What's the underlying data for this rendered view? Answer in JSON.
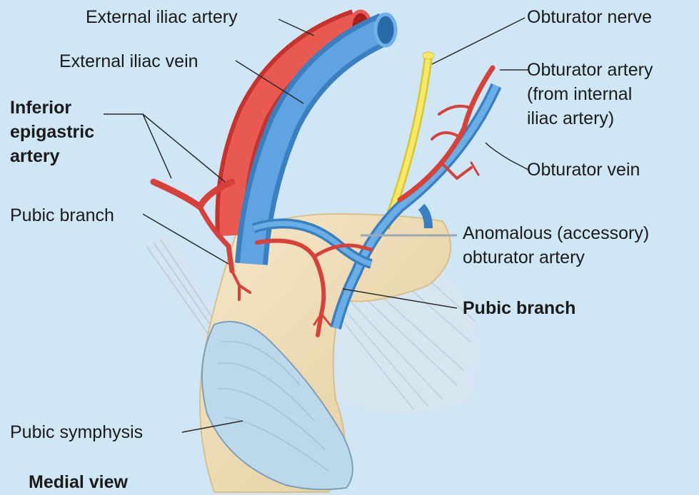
{
  "labels": {
    "external_iliac_artery": "External iliac artery",
    "external_iliac_vein": "External iliac vein",
    "inferior_epigastric_artery": [
      "Inferior",
      "epigastric",
      "artery"
    ],
    "pubic_branch_left": "Pubic branch",
    "pubic_symphysis": "Pubic symphysis",
    "medial_view": "Medial view",
    "obturator_nerve": "Obturator nerve",
    "obturator_artery": [
      "Obturator artery",
      "(from internal",
      "iliac artery)"
    ],
    "obturator_vein": "Obturator vein",
    "anomalous_obturator_artery": [
      "Anomalous (accessory)",
      "obturator artery"
    ],
    "pubic_branch_right": "Pubic branch"
  },
  "colors": {
    "background": "#cfe6f5",
    "artery": "#e0463f",
    "vein": "#4d96d6",
    "nerve": "#f4e35a",
    "bone": "#ecd9b1",
    "symphysis": "#b7d6ea",
    "leader_line": "#2a2a2a"
  }
}
